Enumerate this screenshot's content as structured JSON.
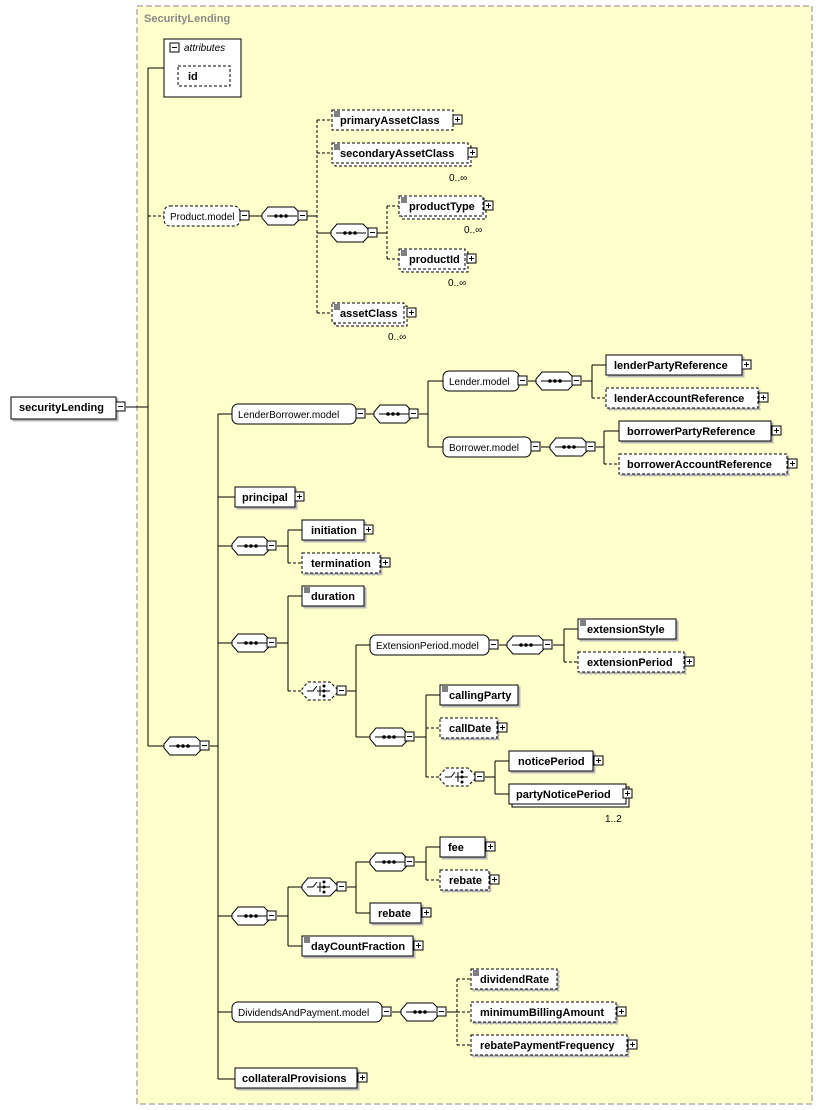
{
  "diagram": {
    "container_title": "SecurityLending",
    "root": "securityLending",
    "attributes_header": "attributes",
    "attribute_id": "id",
    "product_model": "Product.model",
    "primary_asset_class": "primaryAssetClass",
    "secondary_asset_class": "secondaryAssetClass",
    "secondary_asset_class_mult": "0..∞",
    "product_type": "productType",
    "product_type_mult": "0..∞",
    "product_id": "productId",
    "product_id_mult": "0..∞",
    "asset_class": "assetClass",
    "asset_class_mult": "0..∞",
    "lender_borrower_model": "LenderBorrower.model",
    "lender_model": "Lender.model",
    "lender_party_reference": "lenderPartyReference",
    "lender_account_reference": "lenderAccountReference",
    "borrower_model": "Borrower.model",
    "borrower_party_reference": "borrowerPartyReference",
    "borrower_account_reference": "borrowerAccountReference",
    "principal": "principal",
    "initiation": "initiation",
    "termination": "termination",
    "duration": "duration",
    "extension_period_model": "ExtensionPeriod.model",
    "extension_style": "extensionStyle",
    "extension_period": "extensionPeriod",
    "calling_party": "callingParty",
    "call_date": "callDate",
    "notice_period": "noticePeriod",
    "party_notice_period": "partyNoticePeriod",
    "party_notice_period_mult": "1..2",
    "fee": "fee",
    "rebate_optional": "rebate",
    "rebate": "rebate",
    "day_count_fraction": "dayCountFraction",
    "dividends_and_payment_model": "DividendsAndPayment.model",
    "dividend_rate": "dividendRate",
    "minimum_billing_amount": "minimumBillingAmount",
    "rebate_payment_frequency": "rebatePaymentFrequency",
    "collateral_provisions": "collateralProvisions"
  },
  "colors": {
    "container_fill": "#ffffcc",
    "container_border": "#8a8a8a",
    "node_fill": "#ffffff",
    "line": "#000000"
  },
  "icons": {
    "expand": "plus-box-icon",
    "collapse": "minus-box-icon",
    "sequence": "sequence-compositor-icon",
    "choice": "choice-compositor-icon",
    "annotation": "documentation-lines-icon"
  }
}
